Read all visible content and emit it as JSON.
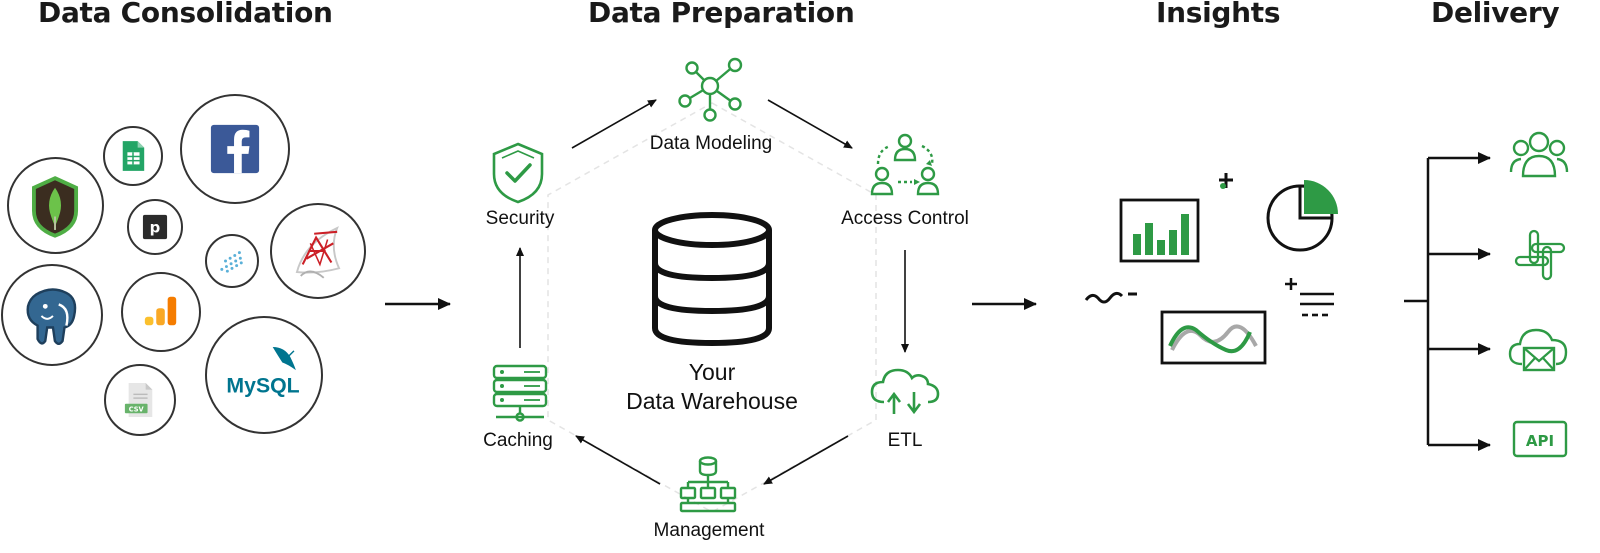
{
  "sections": {
    "consolidation": "Data Consolidation",
    "preparation": "Data Preparation",
    "insights": "Insights",
    "delivery": "Delivery"
  },
  "preparation_steps": {
    "data_modeling": "Data Modeling",
    "security": "Security",
    "access_control": "Access Control",
    "caching": "Caching",
    "etl": "ETL",
    "management": "Management"
  },
  "warehouse": {
    "line1": "Your",
    "line2": "Data Warehouse"
  },
  "sources": {
    "pipedrive_letter": "p",
    "csv_badge": "CSV",
    "mysql_text": "MySQL"
  },
  "delivery_targets": {
    "api_label": "API"
  },
  "colors": {
    "accent": "#2e9a45",
    "ink": "#111111"
  },
  "icons": [
    "mongodb-icon",
    "google-sheets-icon",
    "facebook-icon",
    "pipedrive-icon",
    "segment-icon",
    "sql-server-icon",
    "postgresql-icon",
    "google-analytics-icon",
    "mysql-icon",
    "csv-file-icon",
    "network-icon",
    "shield-check-icon",
    "users-cycle-icon",
    "database-icon",
    "server-stack-icon",
    "cloud-sync-icon",
    "hierarchy-icon",
    "bar-chart-icon",
    "pie-chart-icon",
    "wave-chart-icon",
    "users-icon",
    "slack-icon",
    "email-cloud-icon",
    "api-icon"
  ]
}
